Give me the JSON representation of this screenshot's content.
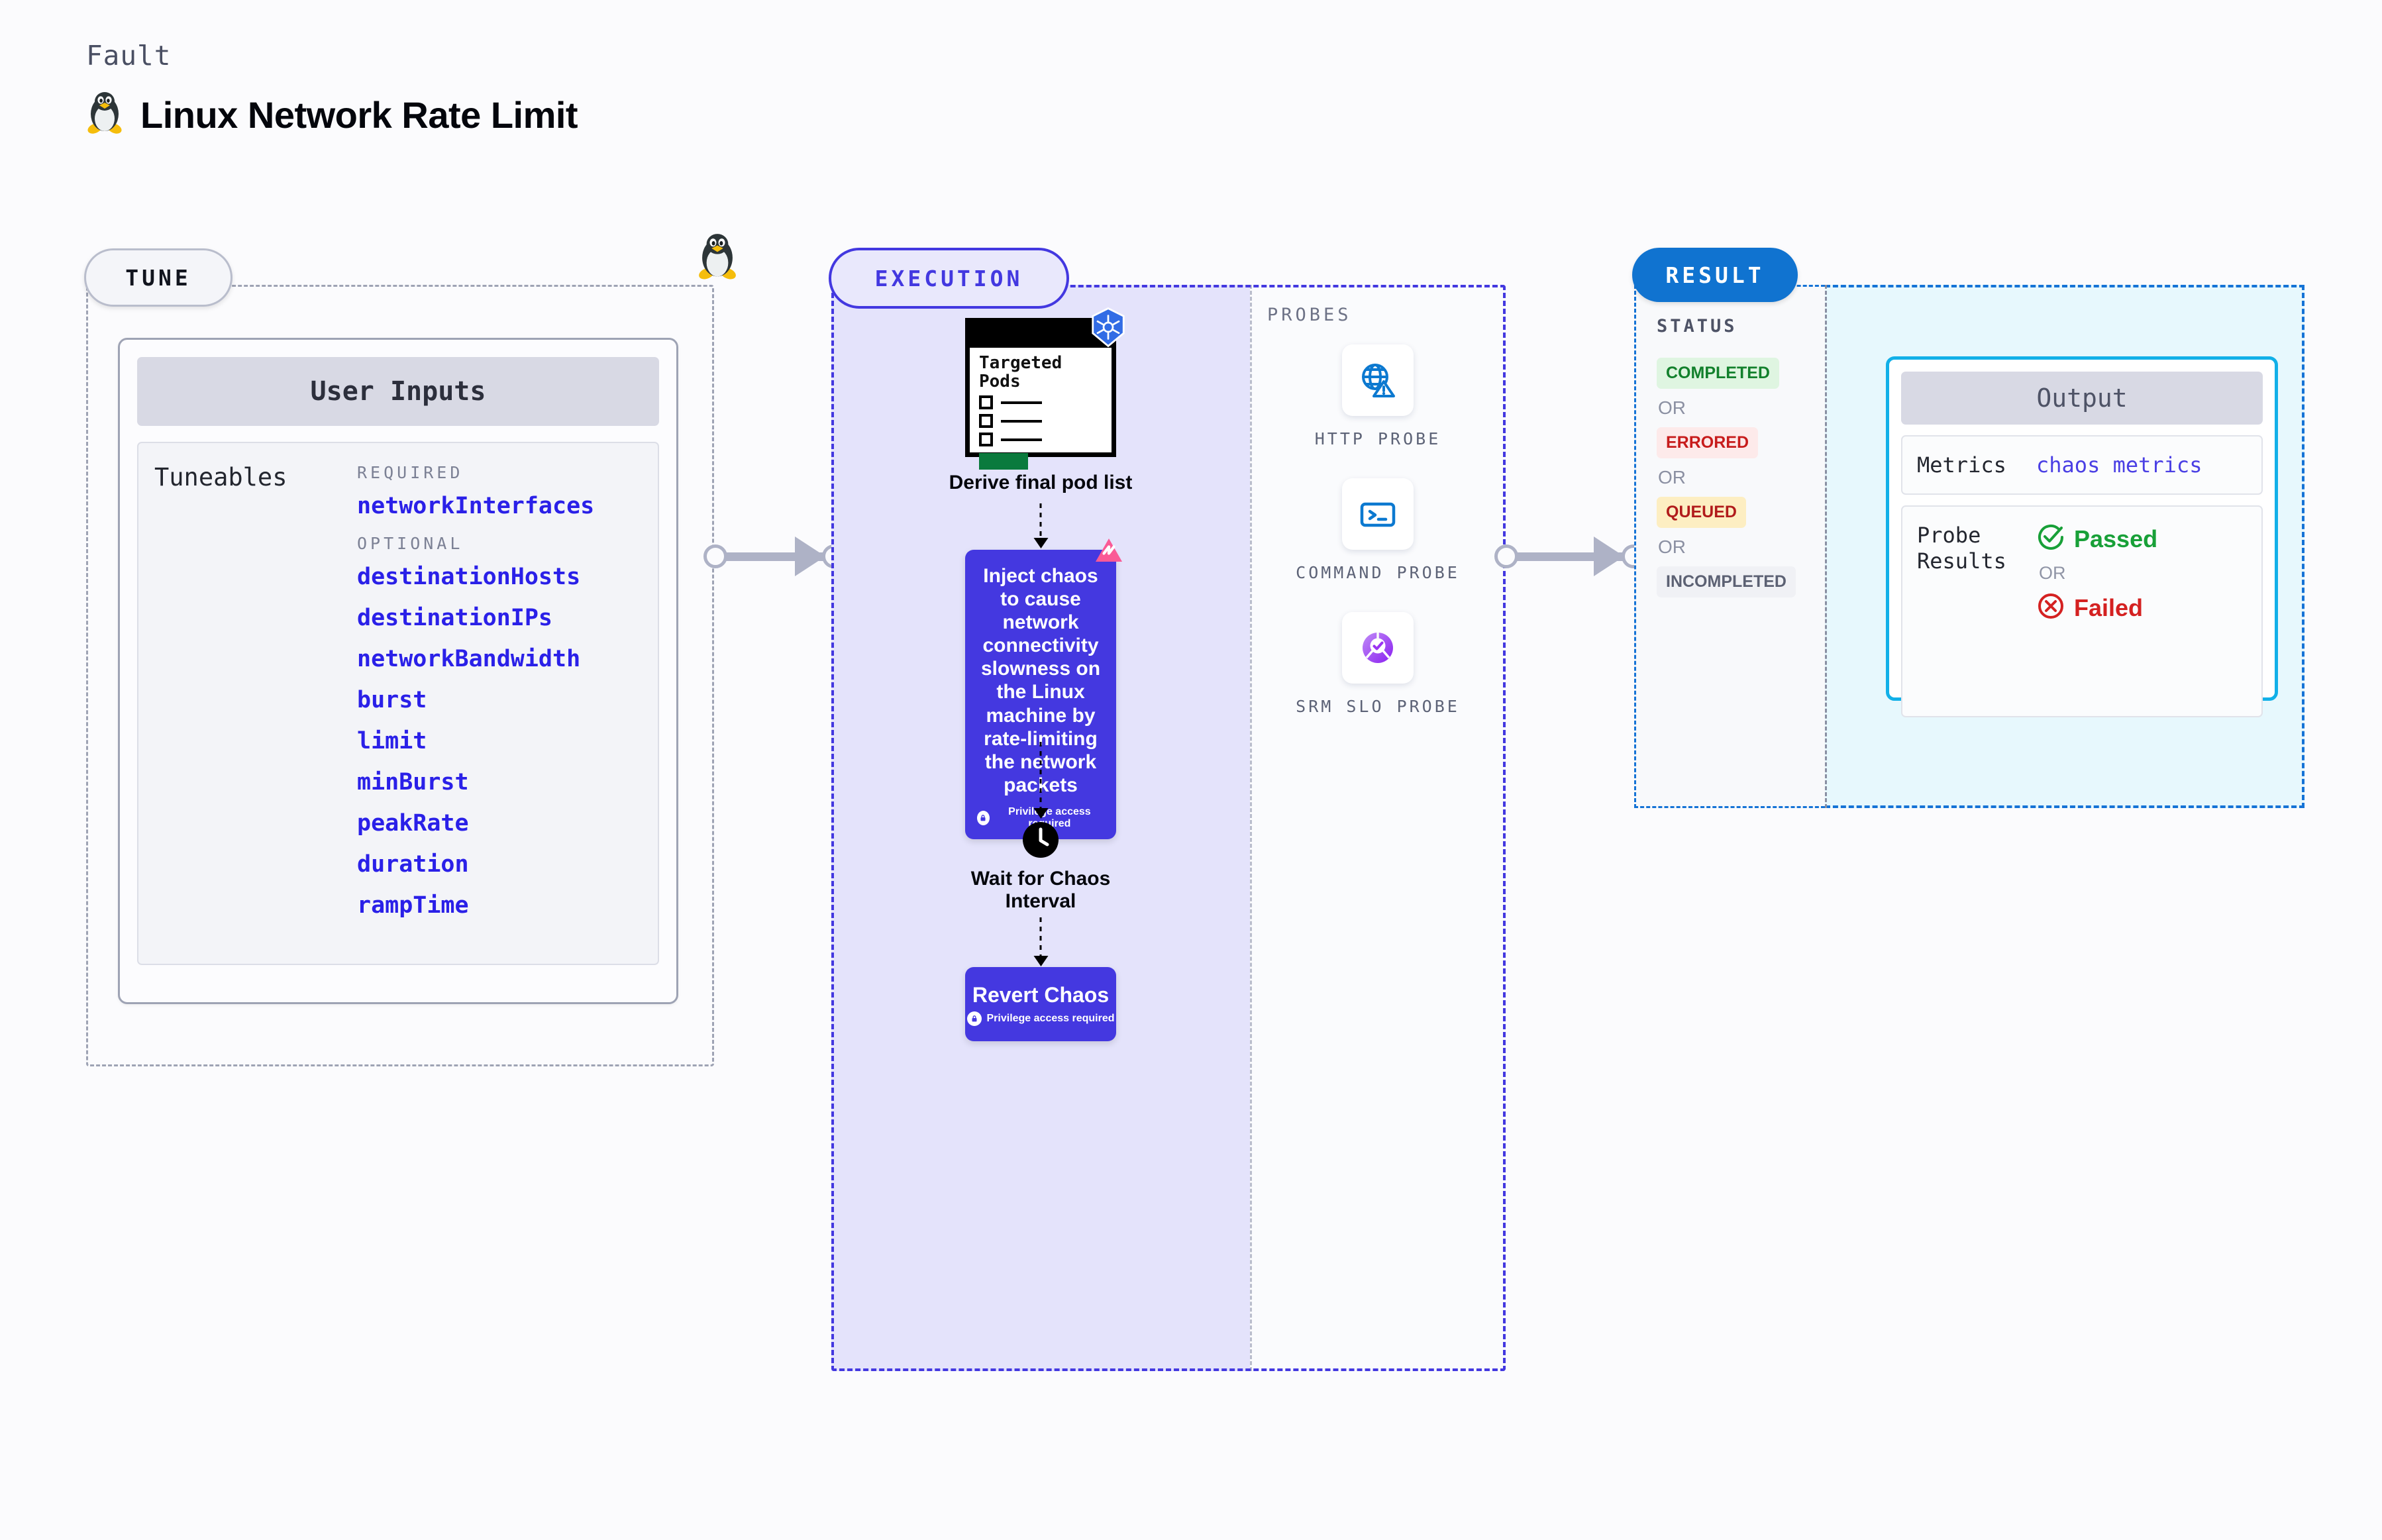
{
  "header": {
    "kicker": "Fault",
    "title": "Linux Network Rate Limit",
    "icon": "linux-tux-icon"
  },
  "tune": {
    "pill_label": "TUNE",
    "badge_icon": "linux-tux-icon",
    "card_title": "User Inputs",
    "tuneables_label": "Tuneables",
    "groups": [
      {
        "heading": "REQUIRED",
        "items": [
          "networkInterfaces"
        ]
      },
      {
        "heading": "OPTIONAL",
        "items": [
          "destinationHosts",
          "destinationIPs",
          "networkBandwidth",
          "burst",
          "limit",
          "minBurst",
          "peakRate",
          "duration",
          "rampTime"
        ]
      }
    ]
  },
  "execution": {
    "pill_label": "EXECUTION",
    "pods_card": {
      "title": "Targeted Pods",
      "badge_icon": "kubernetes-icon",
      "caption": "Derive final pod list"
    },
    "chaos_card": {
      "text": "Inject chaos to cause network connectivity slowness on the Linux machine by rate-limiting the network packets",
      "privilege_note": "Privilege access required",
      "badge_icon": "litmus-chaos-icon",
      "lock_icon": "lock-icon"
    },
    "wait_step": {
      "icon": "clock-icon",
      "caption": "Wait for Chaos Interval"
    },
    "revert_card": {
      "title": "Revert Chaos",
      "privilege_note": "Privilege access required",
      "lock_icon": "lock-icon"
    },
    "probes_title": "PROBES",
    "probes": [
      {
        "label": "HTTP PROBE",
        "icon": "globe-warning-icon"
      },
      {
        "label": "COMMAND PROBE",
        "icon": "terminal-icon"
      },
      {
        "label": "SRM SLO PROBE",
        "icon": "slo-donut-check-icon"
      }
    ]
  },
  "result": {
    "pill_label": "RESULT",
    "status_title": "STATUS",
    "or_label": "OR",
    "statuses": [
      {
        "label": "COMPLETED",
        "text_color": "#12802c",
        "bg_color": "#dff5e1"
      },
      {
        "label": "ERRORED",
        "text_color": "#c71c1c",
        "bg_color": "#fdeaea"
      },
      {
        "label": "QUEUED",
        "text_color": "#b11b1b",
        "bg_color": "#fdeec2"
      },
      {
        "label": "INCOMPLETED",
        "text_color": "#5c6173",
        "bg_color": "#f0f1f5"
      }
    ],
    "output": {
      "title": "Output",
      "metrics_key": "Metrics",
      "metrics_value": "chaos metrics",
      "probe_results_key": "Probe Results",
      "passed_label": "Passed",
      "passed_icon": "check-circle-icon",
      "or_label": "OR",
      "failed_label": "Failed",
      "failed_icon": "x-circle-icon"
    }
  },
  "colors": {
    "accent_purple": "#4438e0",
    "accent_blue": "#1073d0",
    "accent_cyan": "#12b0e8",
    "tuneable_blue": "#2a20e8",
    "pass_green": "#18a038",
    "fail_red": "#d42121"
  }
}
